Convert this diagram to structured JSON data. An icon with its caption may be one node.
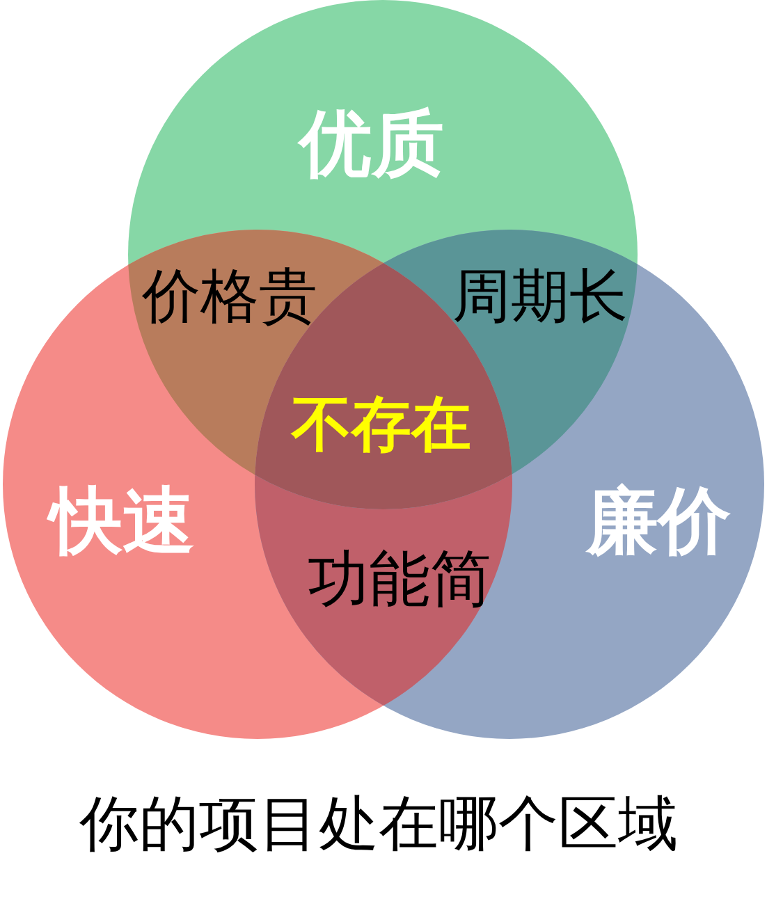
{
  "diagram": {
    "caption": "你的项目处在哪个区域",
    "nodes": [
      {
        "text": [
          "优质"
        ]
      },
      {
        "text": [
          "快速"
        ]
      },
      {
        "text": [
          "廉价"
        ]
      }
    ],
    "labels": [
      "价格贵",
      "周期长",
      "不存在",
      "功能简"
    ]
  }
}
